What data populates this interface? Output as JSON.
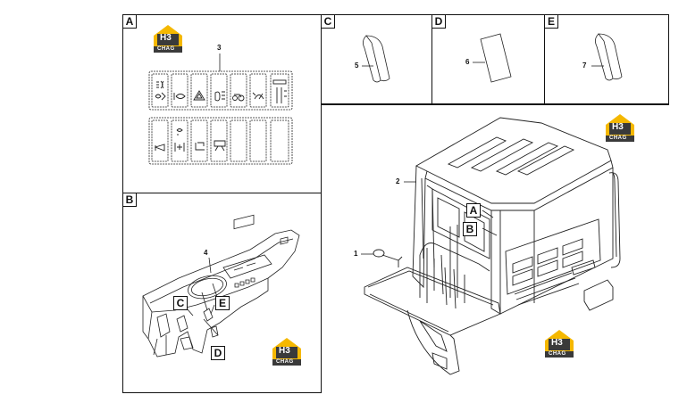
{
  "panels": {
    "a": {
      "label": "A"
    },
    "b": {
      "label": "B"
    },
    "c": {
      "label": "C"
    },
    "d": {
      "label": "D"
    },
    "e": {
      "label": "E"
    }
  },
  "callouts": {
    "n1": "1",
    "n2": "2",
    "n3": "3",
    "n4": "4",
    "n5": "5",
    "n6": "6",
    "n7": "7"
  },
  "detail_markers": {
    "cab_a": "A",
    "cab_b": "B",
    "dash_c": "C",
    "dash_d": "D",
    "dash_e": "E"
  },
  "logo": {
    "mark": "H3",
    "sub": "CHAG",
    "colors": {
      "roof": "#f5b800",
      "body": "#3a3a3a",
      "text": "#ffffff"
    }
  },
  "switch_panel": {
    "top_row_icons": [
      "headlight-icon",
      "fog-light-icon",
      "hazard-icon",
      "low-beam-icon",
      "tractor-icon",
      "wiper-icon",
      "gauge-icon"
    ],
    "bottom_row_icons": [
      "horn-icon",
      "diff-lock-icon",
      "seat-icon",
      "washer-icon",
      "blank",
      "blank",
      "blank"
    ]
  }
}
